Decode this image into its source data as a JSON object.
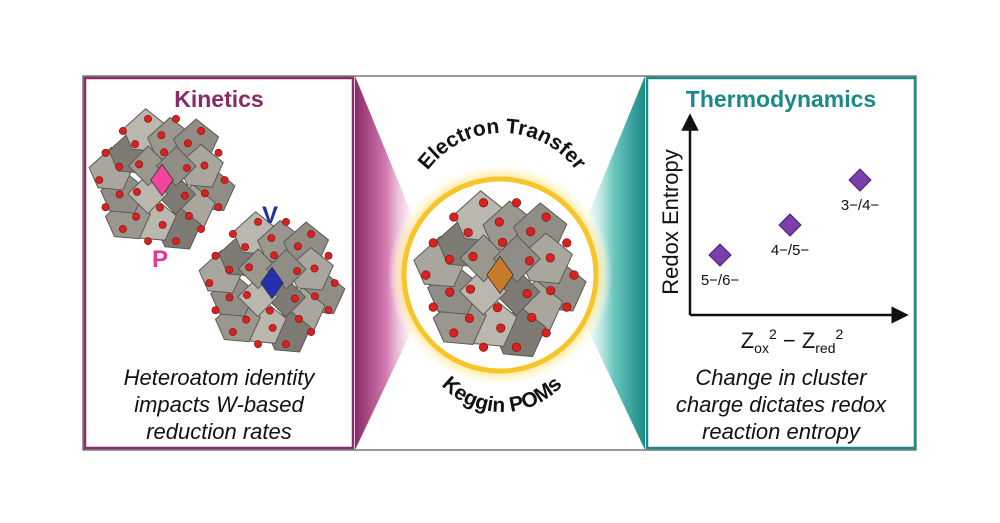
{
  "left_panel": {
    "title": "Kinetics",
    "title_color": "#8b2a6a",
    "border_color": "#8b2a6a",
    "label_v": "V",
    "label_p": "P",
    "caption_lines": [
      "Heteroatom identity",
      "impacts W-based",
      "reduction rates"
    ]
  },
  "center": {
    "top_text": "Electron Transfer",
    "bottom_text": "Keggin POMs",
    "ring_color": "#f7c52a"
  },
  "right_panel": {
    "title": "Thermodynamics",
    "title_color": "#1a8a86",
    "border_color": "#1a8a86",
    "caption_lines": [
      "Change in cluster",
      "charge dictates redox",
      "reaction entropy"
    ]
  },
  "chart_data": {
    "type": "scatter",
    "ylabel": "Redox Entropy",
    "xlabel": "Z_ox^2 − Z_red^2",
    "marker": "diamond",
    "marker_color": "#7a3fa8",
    "points": [
      {
        "label": "5−/6−",
        "x": 1,
        "y": 1
      },
      {
        "label": "4−/5−",
        "x": 2,
        "y": 1.6
      },
      {
        "label": "3−/4−",
        "x": 3,
        "y": 2.5
      }
    ]
  }
}
